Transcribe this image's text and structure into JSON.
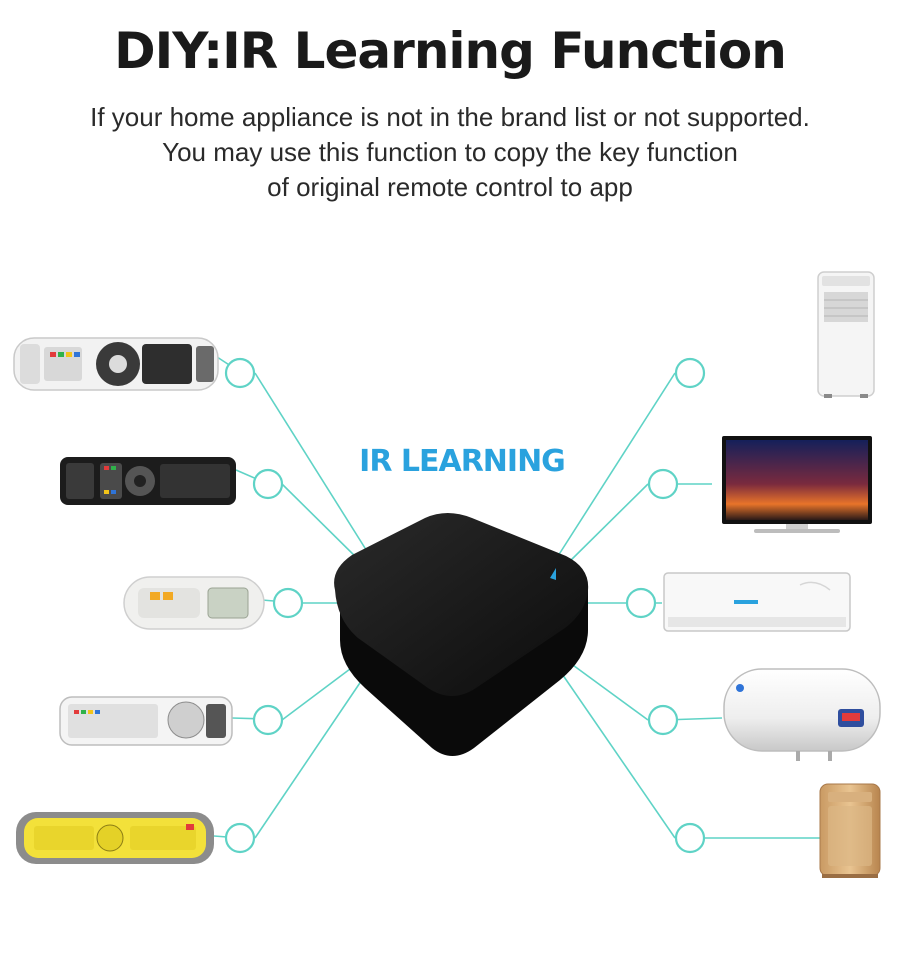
{
  "header": {
    "title": "DIY:IR Learning Function",
    "subtitle_lines": [
      "If your home appliance is not in the brand list or not supported.",
      "You may use this function to copy the key function",
      "of original remote control to app"
    ]
  },
  "hub": {
    "label": "IR LEARNING",
    "icon": "ir-hub-device"
  },
  "remotes": [
    {
      "icon": "tv-remote-white-icon"
    },
    {
      "icon": "tv-remote-black-icon"
    },
    {
      "icon": "ac-remote-icon"
    },
    {
      "icon": "universal-remote-white-icon"
    },
    {
      "icon": "universal-remote-yellow-icon"
    }
  ],
  "appliances": [
    {
      "icon": "portable-air-conditioner-icon"
    },
    {
      "icon": "television-icon"
    },
    {
      "icon": "split-air-conditioner-icon"
    },
    {
      "icon": "water-heater-icon"
    },
    {
      "icon": "air-purifier-icon"
    }
  ],
  "colors": {
    "accent": "#2aa2de",
    "line": "#5fd3c6",
    "hub": "#141414",
    "text": "#1a1a1a"
  }
}
